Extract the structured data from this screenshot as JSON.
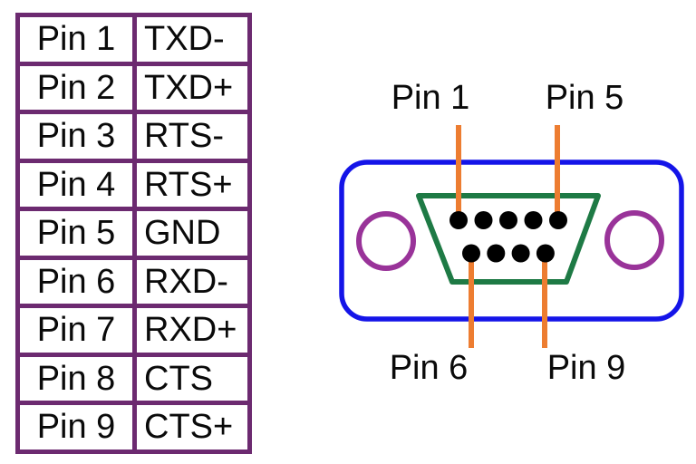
{
  "colors": {
    "table-border": "#6C2A70",
    "outline-blue": "#1414E8",
    "dsub-green": "#1E7A45",
    "screw-purple": "#993399",
    "lead-orange": "#ED7D31",
    "pin-black": "#000000"
  },
  "table": {
    "rows": [
      {
        "pin": "Pin 1",
        "signal": "TXD-"
      },
      {
        "pin": "Pin 2",
        "signal": "TXD+"
      },
      {
        "pin": "Pin 3",
        "signal": "RTS-"
      },
      {
        "pin": "Pin 4",
        "signal": "RTS+"
      },
      {
        "pin": "Pin 5",
        "signal": "GND"
      },
      {
        "pin": "Pin 6",
        "signal": "RXD-"
      },
      {
        "pin": "Pin 7",
        "signal": "RXD+"
      },
      {
        "pin": "Pin 8",
        "signal": "CTS"
      },
      {
        "pin": "Pin 9",
        "signal": "CTS+"
      }
    ]
  },
  "connector": {
    "callouts": {
      "top_left": "Pin 1",
      "top_right": "Pin 5",
      "bottom_left": "Pin 6",
      "bottom_right": "Pin 9"
    },
    "pins": {
      "top_row_count": 5,
      "bottom_row_count": 4
    }
  }
}
